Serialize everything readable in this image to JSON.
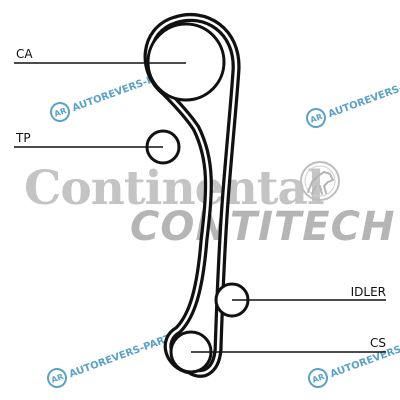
{
  "callouts": {
    "ca": "CA",
    "tp": "TP",
    "idler": "IDLER",
    "cs": "CS"
  },
  "brand": {
    "name": "Continental",
    "sub": "CONTITECH"
  },
  "watermark": {
    "text": "AUTOREVERS-PARTS"
  },
  "colors": {
    "belt": "#111111",
    "brand_gray": "#bdbdbd",
    "brand_gray_dark": "#a8a8a8",
    "watermark": "#5aa0c8"
  }
}
